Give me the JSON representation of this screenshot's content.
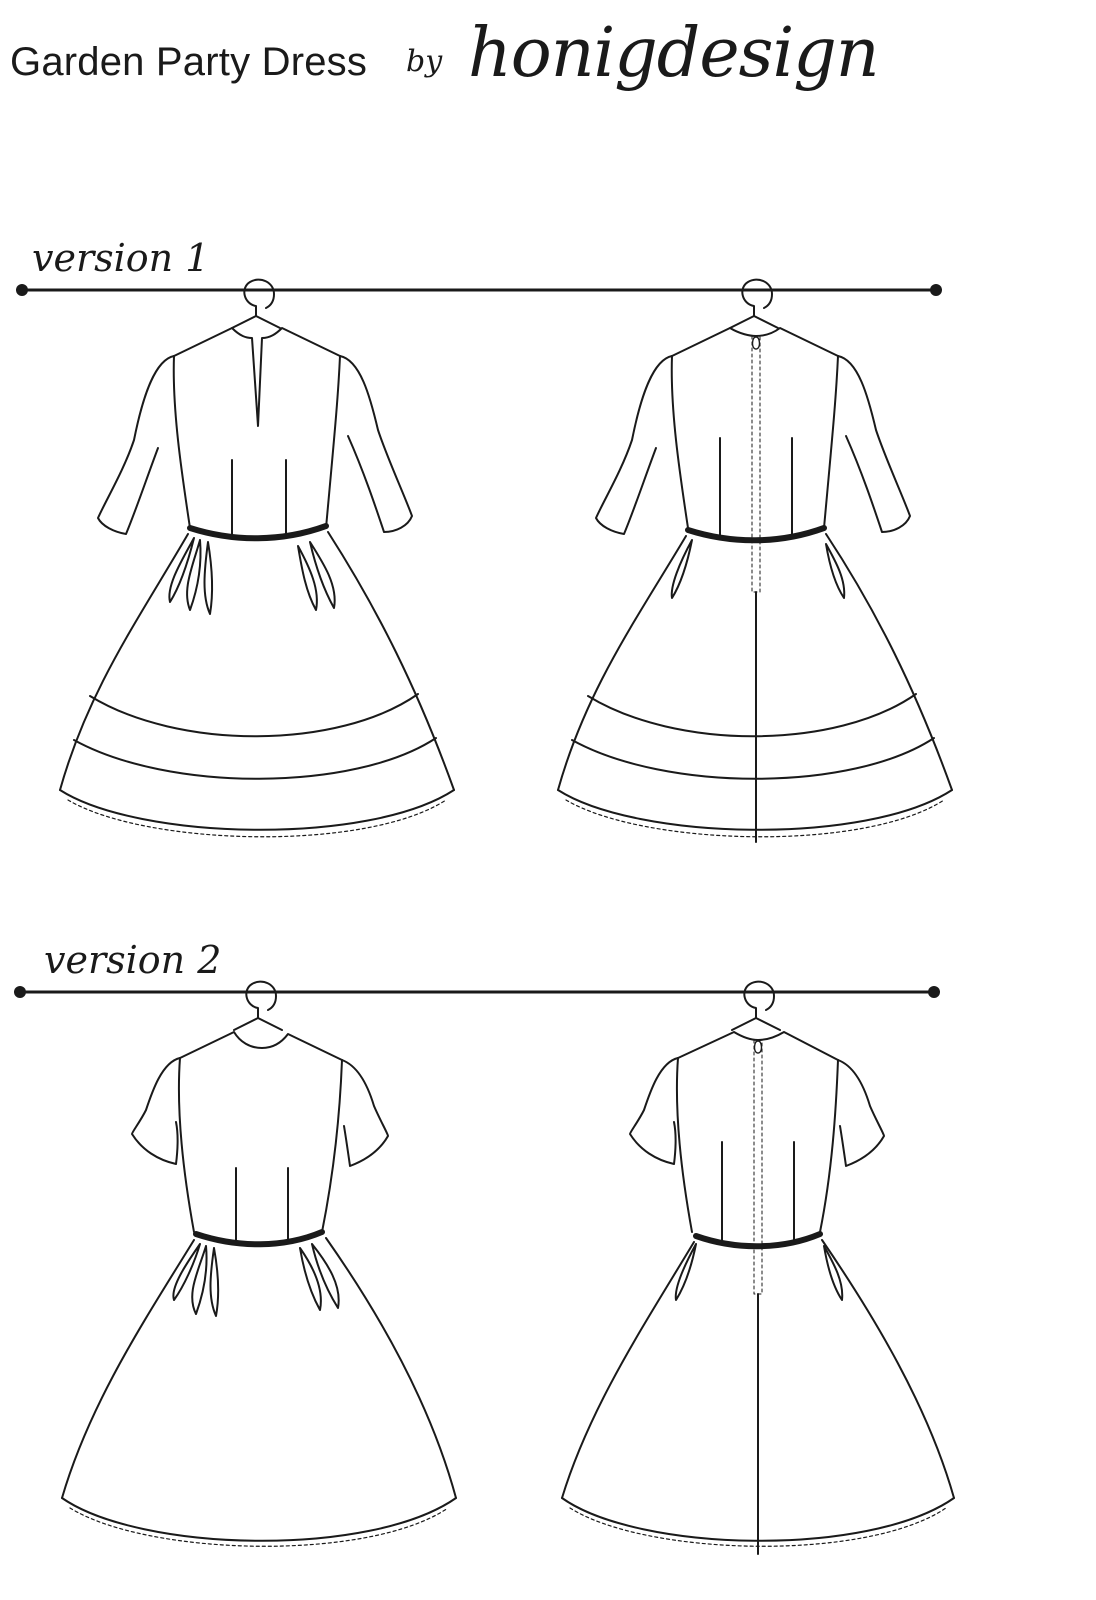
{
  "header": {
    "title": "Garden Party Dress",
    "by": "by",
    "brand": "honigdesign"
  },
  "versions": [
    {
      "label": "version 1",
      "sleeve": "elbow-length",
      "views": [
        "front",
        "back"
      ]
    },
    {
      "label": "version 2",
      "sleeve": "short",
      "views": [
        "front",
        "back"
      ]
    }
  ],
  "colors": {
    "line": "#1a1a1a",
    "background": "#ffffff"
  }
}
